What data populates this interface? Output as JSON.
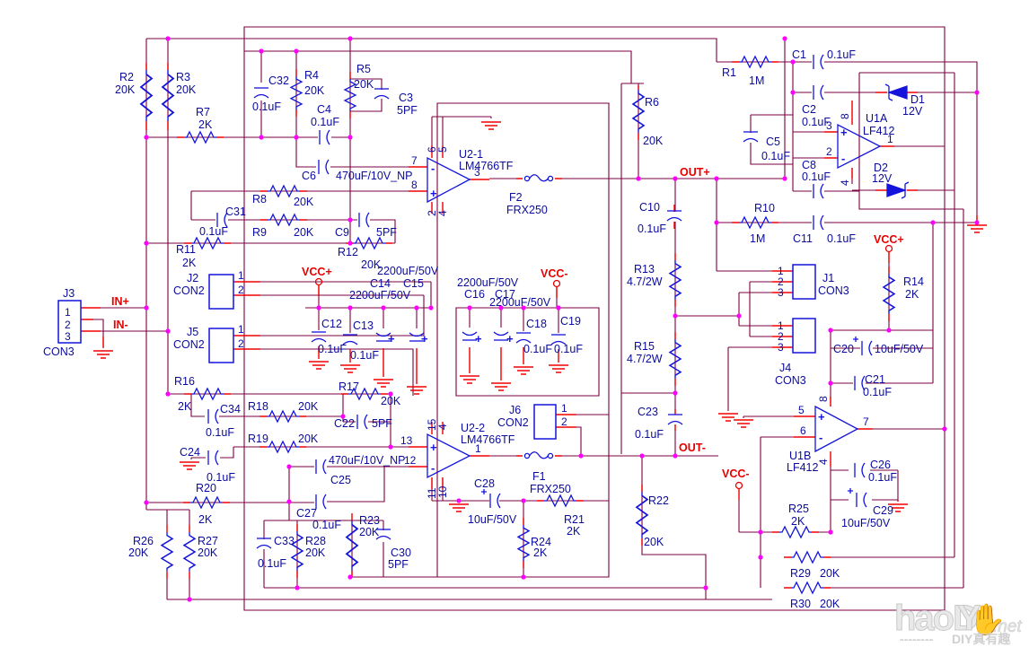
{
  "nets": {
    "inp": "IN+",
    "inn": "IN-",
    "outp": "OUT+",
    "outn": "OUT-",
    "vccp": "VCC+",
    "vccn": "VCC-"
  },
  "signs": {
    "p": "+",
    "m": "-"
  },
  "pins": {
    "u21": {
      "inm": "7",
      "inp": "8",
      "out": "3",
      "t1": "6",
      "t2": "5",
      "b1": "2",
      "b2": "4"
    },
    "u22": {
      "inp": "13",
      "inm": "12",
      "out": "1",
      "t1": "15",
      "t2": "4",
      "b1": "11",
      "b2": "10"
    },
    "u1a": {
      "inp": "3",
      "inm": "2",
      "out": "1",
      "t": "8",
      "b": "4"
    },
    "u1b": {
      "inp": "5",
      "inm": "6",
      "out": "7",
      "t": "8",
      "b": "4"
    },
    "con2": [
      "1",
      "2"
    ],
    "con3": [
      "1",
      "2",
      "3"
    ]
  },
  "c": {
    "R1": {
      "n": "R1",
      "v": "1M"
    },
    "R2": {
      "n": "R2",
      "v": "20K"
    },
    "R3": {
      "n": "R3",
      "v": "20K"
    },
    "R4": {
      "n": "R4",
      "v": "20K"
    },
    "R5": {
      "n": "R5",
      "v": "20K"
    },
    "R6": {
      "n": "R6",
      "v": "20K"
    },
    "R7": {
      "n": "R7",
      "v": "2K"
    },
    "R8": {
      "n": "R8",
      "v": "20K"
    },
    "R9": {
      "n": "R9",
      "v": "20K"
    },
    "R10": {
      "n": "R10",
      "v": "1M"
    },
    "R11": {
      "n": "R11",
      "v": "2K"
    },
    "R12": {
      "n": "R12",
      "v": "20K"
    },
    "R13": {
      "n": "R13",
      "v": "4.7/2W"
    },
    "R14": {
      "n": "R14",
      "v": "2K"
    },
    "R15": {
      "n": "R15",
      "v": "4.7/2W"
    },
    "R16": {
      "n": "R16",
      "v": "2K"
    },
    "R17": {
      "n": "R17",
      "v": "20K"
    },
    "R18": {
      "n": "R18",
      "v": "20K"
    },
    "R19": {
      "n": "R19",
      "v": "20K"
    },
    "R20": {
      "n": "R20",
      "v": "2K"
    },
    "R21": {
      "n": "R21",
      "v": "2K"
    },
    "R22": {
      "n": "R22",
      "v": "20K"
    },
    "R23": {
      "n": "R23",
      "v": "20K"
    },
    "R24": {
      "n": "R24",
      "v": "2K"
    },
    "R25": {
      "n": "R25",
      "v": "2K"
    },
    "R26": {
      "n": "R26",
      "v": "20K"
    },
    "R27": {
      "n": "R27",
      "v": "20K"
    },
    "R28": {
      "n": "R28",
      "v": "20K"
    },
    "R29": {
      "n": "R29",
      "v": "20K"
    },
    "R30": {
      "n": "R30",
      "v": "20K"
    },
    "C1": {
      "n": "C1",
      "v": "0.1uF"
    },
    "C2": {
      "n": "C2",
      "v": "0.1uF"
    },
    "C3": {
      "n": "C3",
      "v": "5PF"
    },
    "C4": {
      "n": "C4",
      "v": "0.1uF"
    },
    "C5": {
      "n": "C5",
      "v": "0.1uF"
    },
    "C6": {
      "n": "C6",
      "v": "470uF/10V_NP"
    },
    "C8": {
      "n": "C8",
      "v": "0.1uF"
    },
    "C9": {
      "n": "C9",
      "v": "5PF"
    },
    "C10": {
      "n": "C10",
      "v": "0.1uF"
    },
    "C11": {
      "n": "C11",
      "v": "0.1uF"
    },
    "C12": {
      "n": "C12",
      "v": "0.1uF"
    },
    "C13": {
      "n": "C13",
      "v": "0.1uF"
    },
    "C14": {
      "n": "C14",
      "v": "2200uF/50V"
    },
    "C15": {
      "n": "C15",
      "v": "2200uF/50V"
    },
    "C16": {
      "n": "C16",
      "v": "2200uF/50V"
    },
    "C17": {
      "n": "C17",
      "v": "2200uF/50V"
    },
    "C18": {
      "n": "C18",
      "v": "0.1uF"
    },
    "C19": {
      "n": "C19",
      "v": "0.1uF"
    },
    "C20": {
      "n": "C20",
      "v": "10uF/50V"
    },
    "C21": {
      "n": "C21",
      "v": "0.1uF"
    },
    "C22": {
      "n": "C22",
      "v": "5PF"
    },
    "C23": {
      "n": "C23",
      "v": "0.1uF"
    },
    "C24": {
      "n": "C24",
      "v": "0.1uF"
    },
    "C25": {
      "n": "C25",
      "v": "470uF/10V_NP"
    },
    "C26": {
      "n": "C26",
      "v": "0.1uF"
    },
    "C27": {
      "n": "C27",
      "v": "0.1uF"
    },
    "C28": {
      "n": "C28",
      "v": "10uF/50V"
    },
    "C29": {
      "n": "C29",
      "v": "10uF/50V"
    },
    "C30": {
      "n": "C30",
      "v": "5PF"
    },
    "C31": {
      "n": "C31",
      "v": "0.1uF"
    },
    "C32": {
      "n": "C32",
      "v": "0.1uF"
    },
    "C33": {
      "n": "C33",
      "v": "0.1uF"
    },
    "C34": {
      "n": "C34",
      "v": "0.1uF"
    },
    "D1": {
      "n": "D1",
      "v": "12V"
    },
    "D2": {
      "n": "D2",
      "v": "12V"
    },
    "F1": {
      "n": "F1",
      "v": "FRX250"
    },
    "F2": {
      "n": "F2",
      "v": "FRX250"
    },
    "U1A": {
      "n": "U1A",
      "v": "LF412"
    },
    "U1B": {
      "n": "U1B",
      "v": "LF412"
    },
    "U21": {
      "n": "U2-1",
      "v": "LM4766TF"
    },
    "U22": {
      "n": "U2-2",
      "v": "LM4766TF"
    },
    "J1": {
      "n": "J1",
      "v": "CON3"
    },
    "J2": {
      "n": "J2",
      "v": "CON2"
    },
    "J3": {
      "n": "J3",
      "v": "CON3"
    },
    "J4": {
      "n": "J4",
      "v": "CON3"
    },
    "J5": {
      "n": "J5",
      "v": "CON2"
    },
    "J6": {
      "n": "J6",
      "v": "CON2"
    }
  },
  "watermark": {
    "brand": "haoD",
    "hand": "✋",
    "brand2": "Y",
    "suffix": ".net",
    "dashes": "--------",
    "tagline": "DIY真有趣"
  },
  "colors": {
    "wire": "#7c0041",
    "component": "#1414dc",
    "label": "#0b0b9e",
    "net": "#e80000",
    "junction": "#ff00ff",
    "pin_stub": "#f00000"
  }
}
